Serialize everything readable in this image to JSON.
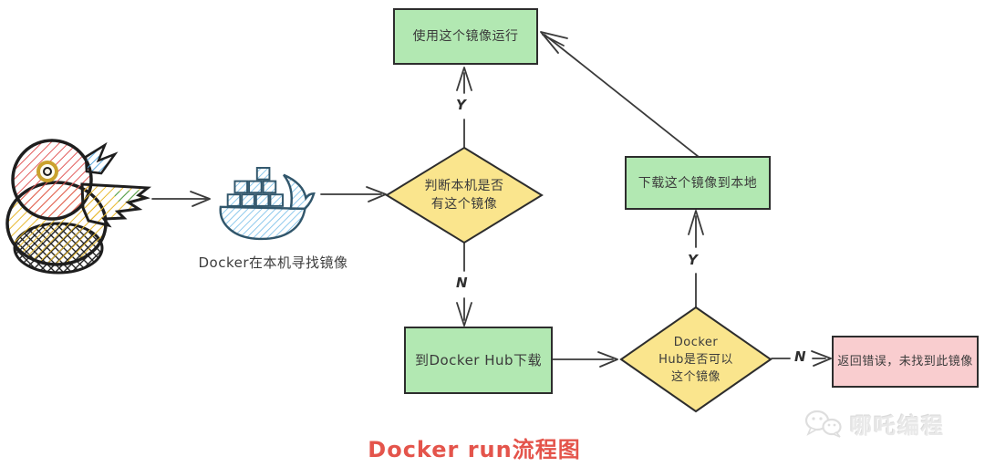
{
  "diagram": {
    "title": "Docker run流程图",
    "watermark": "哪吒编程",
    "whale_caption": "Docker在本机寻找镜像",
    "nodes": {
      "run_image": "使用这个镜像运行",
      "check_local_line1": "判断本机是否",
      "check_local_line2": "有这个镜像",
      "download_to_local": "下载这个镜像到本地",
      "download_from_hub": "到Docker Hub下载",
      "hub_check_line1": "Docker",
      "hub_check_line2": "Hub是否可以",
      "hub_check_line3": "这个镜像",
      "error": "返回错误，未找到此镜像"
    },
    "edges": {
      "check_local_yes": "Y",
      "check_local_no": "N",
      "hub_yes": "Y",
      "hub_no": "N"
    },
    "colors": {
      "green": "#b2e8b2",
      "yellow": "#fae58d",
      "pink": "#f9cdcf",
      "stroke": "#2d2d2d",
      "title_red": "#e4544b"
    }
  }
}
